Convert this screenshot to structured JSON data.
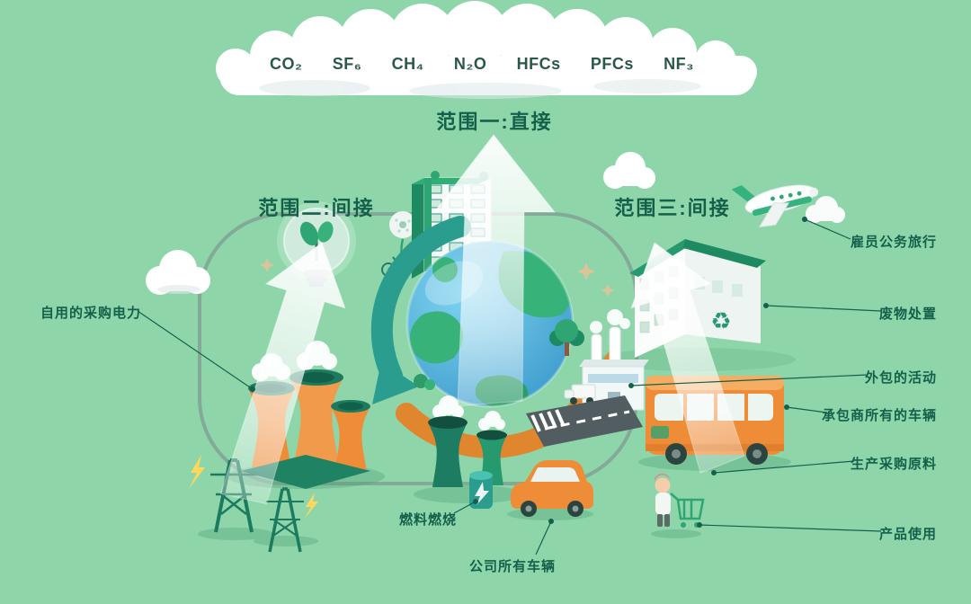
{
  "colors": {
    "background": "#8ed6aa",
    "text": "#14604b",
    "gas_text": "#2c584c",
    "accent_orange": "#ee8c38",
    "accent_dark_green": "#1d7d62",
    "accent_teal": "#2a9d8f",
    "earth_blue": "#3fa9d9"
  },
  "icons": {
    "recycle": "♻"
  },
  "cloud": {
    "gases": [
      "CO₂",
      "SF₆",
      "CH₄",
      "N₂O",
      "HFCs",
      "PFCs",
      "NF₃"
    ]
  },
  "scopes": {
    "one": "范围一:直接",
    "two": "范围二:间接",
    "three": "范围三:间接"
  },
  "callouts": {
    "purchased_electricity": "自用的采购电力",
    "fuel_combustion": "燃料燃烧",
    "company_vehicles": "公司所有车辆",
    "employee_travel": "雇员公务旅行",
    "waste_disposal": "废物处置",
    "outsourced_activities": "外包的活动",
    "contractor_vehicles": "承包商所有的车辆",
    "production_materials": "生产采购原料",
    "product_use": "产品使用"
  }
}
